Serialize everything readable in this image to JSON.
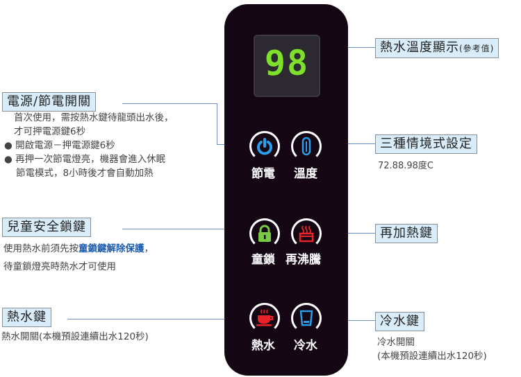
{
  "display": {
    "value": "98",
    "color": "#7fe02c"
  },
  "buttons": [
    {
      "label": "節電",
      "icon": "power-icon"
    },
    {
      "label": "溫度",
      "icon": "thermometer-icon"
    },
    {
      "label": "童鎖",
      "icon": "lock-icon"
    },
    {
      "label": "再沸騰",
      "icon": "reboil-icon"
    },
    {
      "label": "熱水",
      "icon": "hot-cup-icon"
    },
    {
      "label": "冷水",
      "icon": "cold-cup-icon"
    }
  ],
  "callouts": {
    "power": {
      "title": "電源/節電開關",
      "lines": [
        "首次使用，需按熱水鍵待龍頭出水後，",
        "才可押電源鍵6秒",
        "開啟電源－押電源鍵6秒",
        "再押一次節電燈亮，機器會進入休眠",
        "節電模式，8小時後才會自動加熱"
      ]
    },
    "childlock": {
      "title": "兒童安全鎖鍵",
      "line1_prefix": "使用熱水前須先按",
      "line1_highlight": "童鎖鍵解除保護",
      "line1_suffix": "，",
      "line2": "待童鎖燈亮時熱水才可使用"
    },
    "hotwater": {
      "title": "熱水鍵",
      "desc": "熱水開關(本機預設連續出水120秒)"
    },
    "display": {
      "title": "熱水溫度顯示",
      "note": "(參考值)"
    },
    "temperature": {
      "title": "三種情境式設定",
      "desc": "72.88.98度C"
    },
    "reboil": {
      "title": "再加熱鍵"
    },
    "coldwater": {
      "title": "冷水鍵",
      "desc1": "冷水開關",
      "desc2": "(本機預設連續出水120秒)"
    }
  },
  "colors": {
    "panel": "#140612",
    "label_bg": "#d8edf9",
    "line": "#6a8fc4",
    "highlight": "#1a5ab0"
  }
}
